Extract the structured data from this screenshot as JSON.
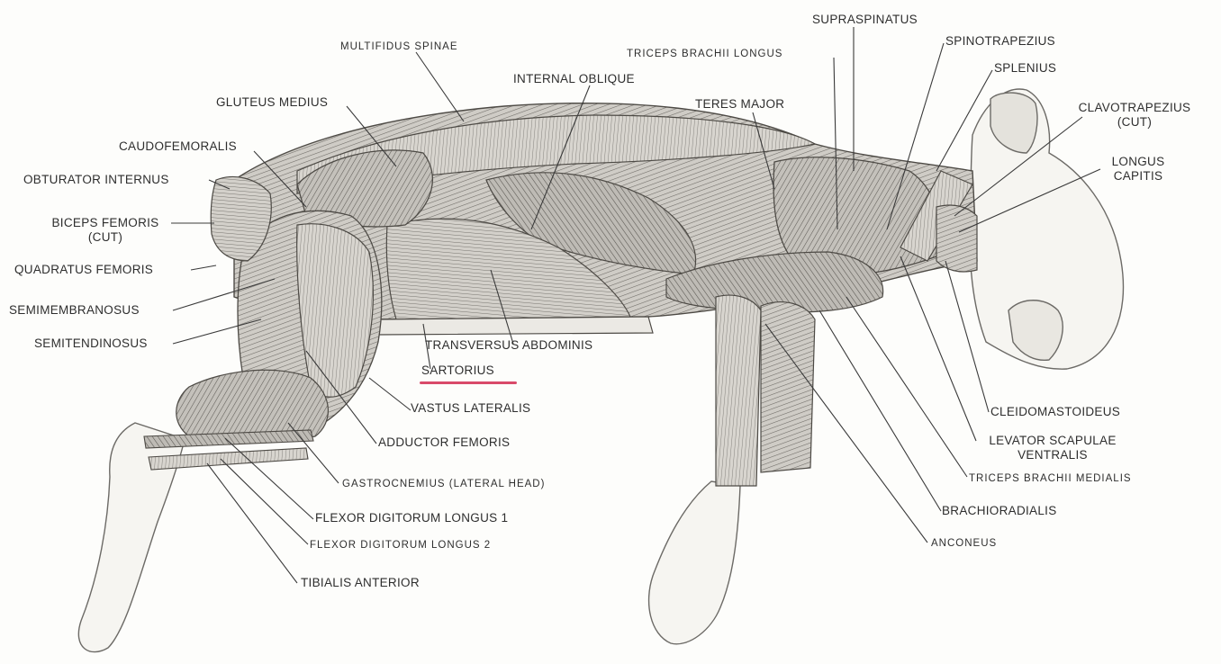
{
  "labels": {
    "multifidus_spinae": "MULTIFIDUS SPINAE",
    "internal_oblique": "INTERNAL OBLIQUE",
    "gluteus_medius": "GLUTEUS MEDIUS",
    "caudofemoralis": "CAUDOFEMORALIS",
    "obturator_internus": "OBTURATOR INTERNUS",
    "biceps_femoris_1": "BICEPS FEMORIS",
    "biceps_femoris_2": "(CUT)",
    "quadratus_femoris": "QUADRATUS FEMORIS",
    "semimembranosus": "SEMIMEMBRANOSUS",
    "semitendinosus": "SEMITENDINOSUS",
    "transversus_abdominis": "TRANSVERSUS ABDOMINIS",
    "sartorius": "SARTORIUS",
    "vastus_lateralis": "VASTUS LATERALIS",
    "adductor_femoris": "ADDUCTOR FEMORIS",
    "gastrocnemius": "GASTROCNEMIUS (LATERAL HEAD)",
    "flexor_digitorum_1": "FLEXOR DIGITORUM LONGUS   1",
    "flexor_digitorum_2": "FLEXOR DIGITORUM LONGUS   2",
    "tibialis_anterior": "TIBIALIS ANTERIOR",
    "supraspinatus": "SUPRASPINATUS",
    "triceps_brachii_longus": "TRICEPS BRACHII LONGUS",
    "spinotrapezius": "SPINOTRAPEZIUS",
    "splenius": "SPLENIUS",
    "teres_major": "TERES MAJOR",
    "clavotrapezius_1": "CLAVOTRAPEZIUS",
    "clavotrapezius_2": "(CUT)",
    "longus_capitis_1": "LONGUS",
    "longus_capitis_2": "CAPITIS",
    "cleidomastoideus": "CLEIDOMASTOIDEUS",
    "levator_scapulae_1": "LEVATOR SCAPULAE",
    "levator_scapulae_2": "VENTRALIS",
    "triceps_brachii_medialis": "TRICEPS BRACHII MEDIALIS",
    "brachioradialis": "BRACHIORADIALIS",
    "anconeus": "ANCONEUS"
  },
  "colors": {
    "ink": "#2e2e2e",
    "muscle_fill": "#c9c7c2",
    "muscle_dark": "#8e8b86",
    "skin_fill": "#f6f5f1",
    "highlight_underline": "#d94a6a"
  }
}
